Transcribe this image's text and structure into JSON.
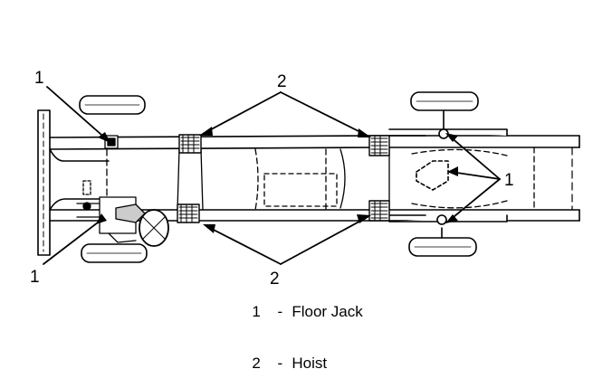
{
  "callouts": {
    "floor_jack_number": "1",
    "hoist_number": "2"
  },
  "legend": {
    "items": [
      {
        "number": "1",
        "separator": "-",
        "label": "Floor Jack"
      },
      {
        "number": "2",
        "separator": "-",
        "label": "Hoist"
      }
    ]
  },
  "colors": {
    "ink": "#000000",
    "paper": "#ffffff"
  }
}
